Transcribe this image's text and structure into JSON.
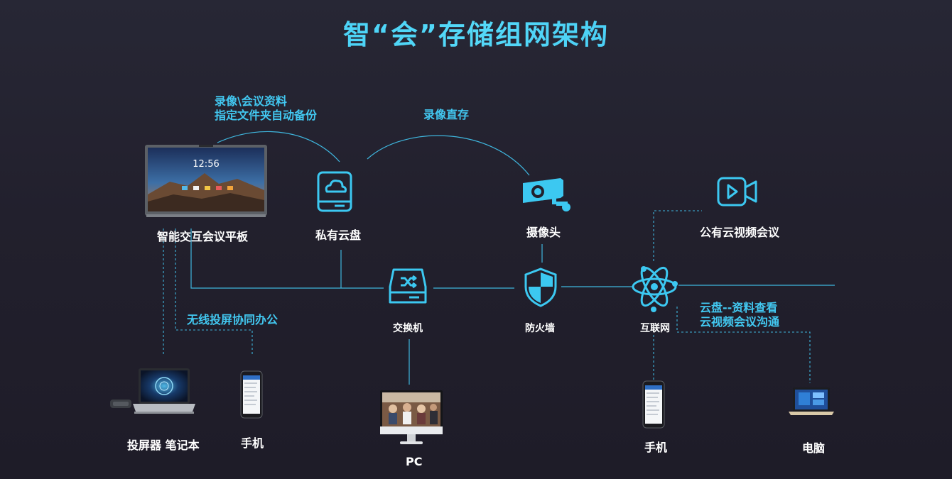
{
  "title": "智“会”存储组网架构",
  "annotations": {
    "recording_backup": [
      "录像\\会议资料",
      "指定文件夹自动备份"
    ],
    "recording_direct": "录像直存",
    "wireless_cast": "无线投屏协同办公",
    "cloud_disk": [
      "云盘--资料查看",
      "云视频会议沟通"
    ]
  },
  "nodes": {
    "panel": {
      "label": "智能交互会议平板",
      "clock": "12:56"
    },
    "private_cloud": {
      "label": "私有云盘"
    },
    "camera": {
      "label": "摄像头"
    },
    "public_cloud": {
      "label": "公有云视频会议"
    },
    "switch": {
      "label": "交换机"
    },
    "firewall": {
      "label": "防火墙"
    },
    "internet": {
      "label": "互联网"
    },
    "caster_laptop": {
      "label": "投屏器 笔记本"
    },
    "phone_left": {
      "label": "手机"
    },
    "pc": {
      "label": "PC"
    },
    "phone_right": {
      "label": "手机"
    },
    "computer": {
      "label": "电脑"
    }
  },
  "colors": {
    "accent": "#42c8f1",
    "line": "#3fb6de",
    "background": "#25232f"
  }
}
